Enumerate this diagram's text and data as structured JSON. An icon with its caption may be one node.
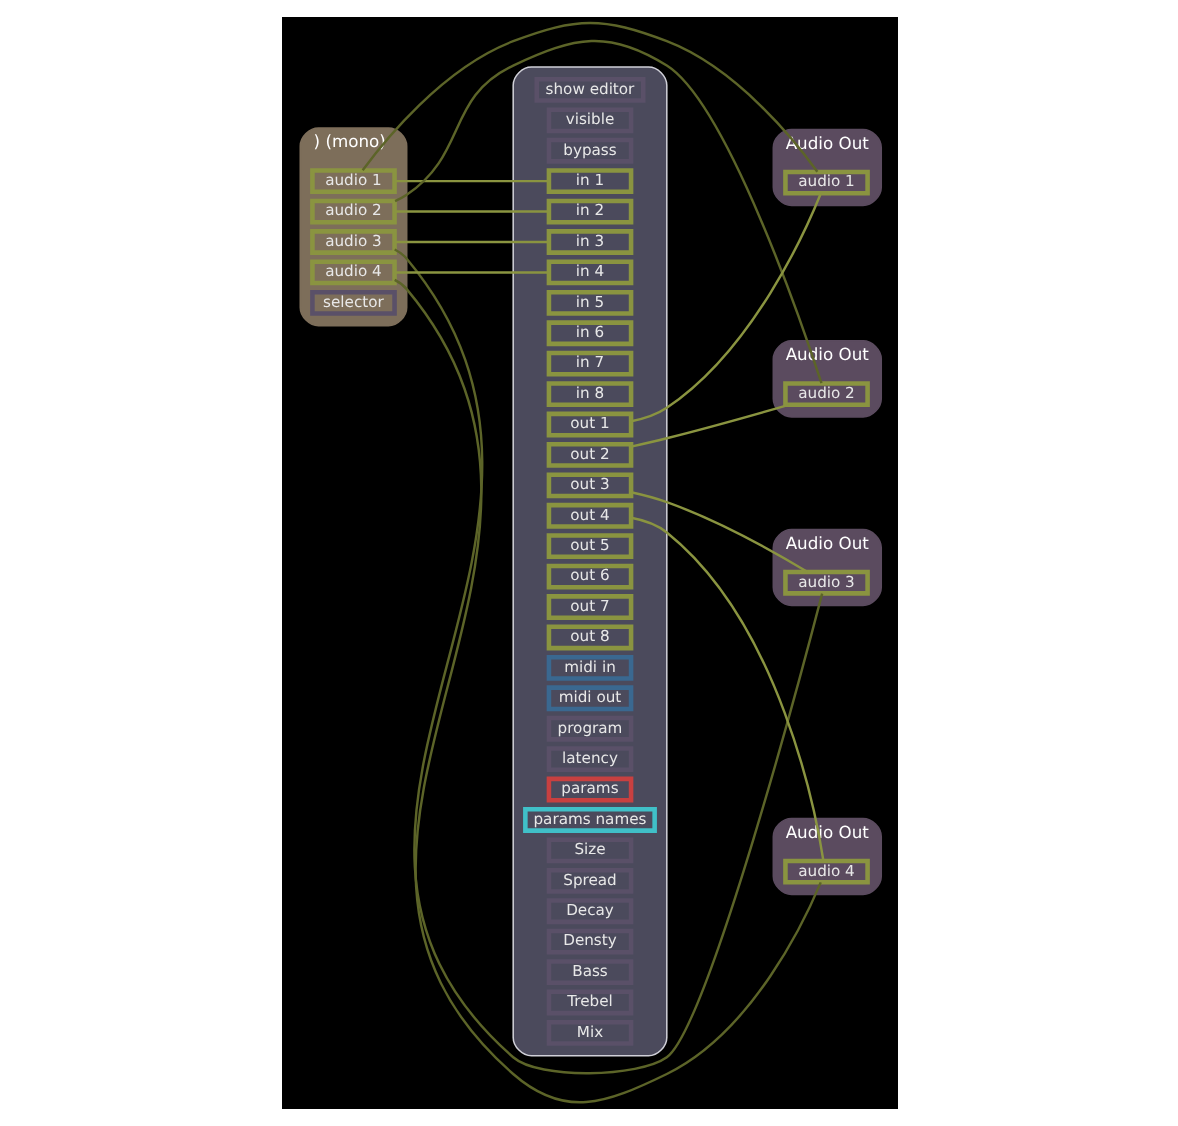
{
  "diagram": {
    "nodes": [
      {
        "text": [
          ") (mono)"
        ]
      },
      {
        "text": [
          "audio 1"
        ],
        "in": 0
      },
      {
        "text": [
          "audio 2"
        ],
        "in": 0
      },
      {
        "text": [
          "audio 3"
        ],
        "in": 0
      },
      {
        "text": [
          "audio 4"
        ],
        "in": 0
      },
      {
        "text": [
          "selector"
        ],
        "in": 0
      },
      {
        "text": [],
        "shape": "box"
      },
      {
        "text": [
          "show editor"
        ],
        "in": 6
      },
      {
        "text": [
          "visible"
        ],
        "in": 6
      },
      {
        "text": [
          "bypass"
        ],
        "in": 6
      },
      {
        "text": [
          "in 1"
        ],
        "in": 6
      },
      {
        "text": [
          "in 2"
        ],
        "in": 6
      },
      {
        "text": [
          "in 3"
        ],
        "in": 6
      },
      {
        "text": [
          "in 4"
        ],
        "in": 6
      },
      {
        "text": [
          "in 5"
        ],
        "in": 6
      },
      {
        "text": [
          "in 6"
        ],
        "in": 6
      },
      {
        "text": [
          "in 7"
        ],
        "in": 6
      },
      {
        "text": [
          "in 8"
        ],
        "in": 6
      },
      {
        "text": [
          "out 1"
        ],
        "in": 6
      },
      {
        "text": [
          "out 2"
        ],
        "in": 6
      },
      {
        "text": [
          "out 3"
        ],
        "in": 6
      },
      {
        "text": [
          "out 4"
        ],
        "in": 6
      },
      {
        "text": [
          "out 5"
        ],
        "in": 6
      },
      {
        "text": [
          "out 6"
        ],
        "in": 6
      },
      {
        "text": [
          "out 7"
        ],
        "in": 6
      },
      {
        "text": [
          "out 8"
        ],
        "in": 6
      },
      {
        "text": [
          "midi in"
        ],
        "in": 6
      },
      {
        "text": [
          "midi out"
        ],
        "in": 6
      },
      {
        "text": [
          "program"
        ],
        "in": 6
      },
      {
        "text": [
          "latency"
        ],
        "in": 6
      },
      {
        "text": [
          "params"
        ],
        "in": 6
      },
      {
        "text": [
          "params names"
        ],
        "in": 6
      },
      {
        "text": [
          "Size"
        ],
        "in": 6
      },
      {
        "text": [
          "Spread"
        ],
        "in": 6
      },
      {
        "text": [
          "Decay"
        ],
        "in": 6
      },
      {
        "text": [
          "Densty"
        ],
        "in": 6
      },
      {
        "text": [
          "Bass"
        ],
        "in": 6
      },
      {
        "text": [
          "Trebel"
        ],
        "in": 6
      },
      {
        "text": [
          "Mix"
        ],
        "in": 6
      },
      {
        "text": [
          "Audio Out"
        ]
      },
      {
        "text": [
          "audio 1"
        ],
        "in": 39
      },
      {
        "text": [
          "Audio Out"
        ]
      },
      {
        "text": [
          "audio 2"
        ],
        "in": 41
      },
      {
        "text": [
          "Audio Out"
        ]
      },
      {
        "text": [
          "audio 4"
        ],
        "in": 43
      },
      {
        "text": [
          "Audio Out"
        ]
      },
      {
        "text": [
          "audio 3"
        ],
        "in": 45
      }
    ],
    "edges": [
      {
        "from": 1,
        "to": 10,
        "arrow": "none"
      },
      {
        "from": 2,
        "to": 11,
        "arrow": "none"
      },
      {
        "from": 3,
        "to": 12,
        "arrow": "none"
      },
      {
        "from": 4,
        "to": 13,
        "arrow": "none"
      },
      {
        "from": 1,
        "to": 40,
        "arrow": "none",
        "color": "#5c6428"
      },
      {
        "from": 2,
        "to": 42,
        "arrow": "none",
        "color": "#5c6428"
      },
      {
        "from": 3,
        "to": 46,
        "arrow": "none",
        "color": "#5c6428"
      },
      {
        "from": 4,
        "to": 44,
        "arrow": "none",
        "color": "#5c6428"
      },
      {
        "from": 18,
        "to": 40,
        "arrow": "none"
      },
      {
        "from": 19,
        "to": 42,
        "arrow": "none"
      },
      {
        "from": 20,
        "to": 46,
        "arrow": "none"
      },
      {
        "from": 21,
        "to": 44,
        "arrow": "none"
      }
    ]
  }
}
